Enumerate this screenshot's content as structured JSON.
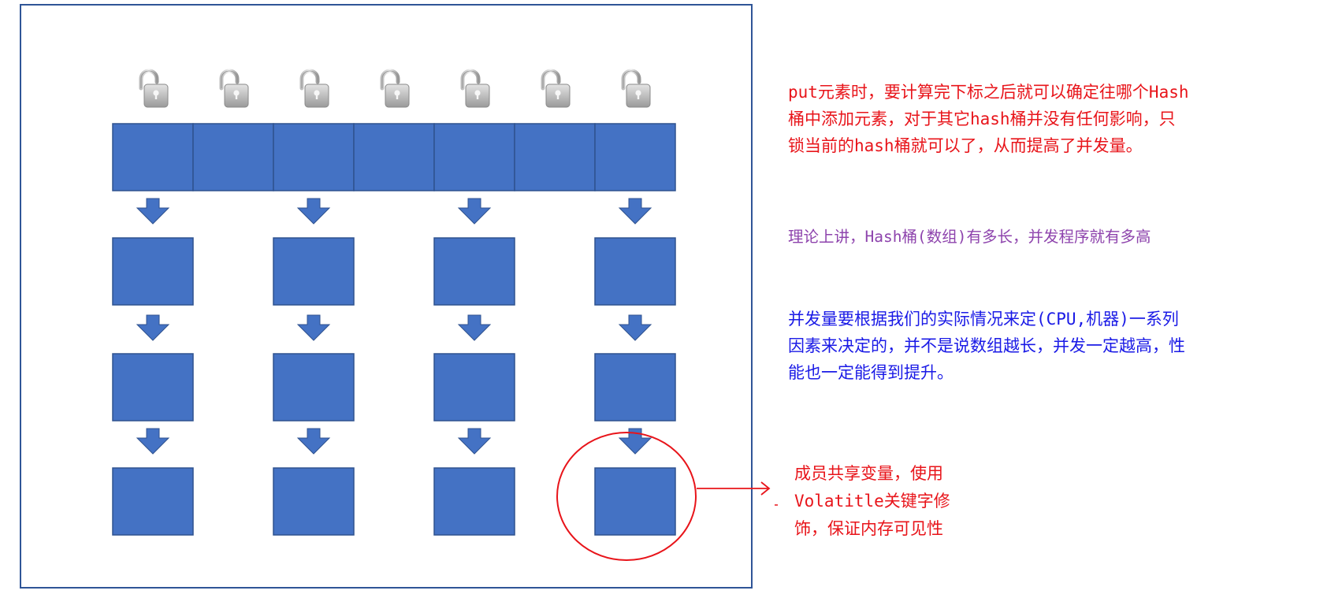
{
  "colors": {
    "frame": "#2f5597",
    "block": "#4472c4",
    "block_border": "#2f528f",
    "arrow": "#4472c4",
    "highlight": "#e8141a",
    "note_red": "#e8141a",
    "note_purple": "#8e44ad",
    "note_blue": "#1a1ae6",
    "lock": "#a9a9a9"
  },
  "diagram": {
    "bucket_count": 7,
    "lock_icon": "unlocked-padlock-icon",
    "chains": [
      {
        "bucket_index": 0,
        "nodes": 3
      },
      {
        "bucket_index": 2,
        "nodes": 3
      },
      {
        "bucket_index": 4,
        "nodes": 3
      },
      {
        "bucket_index": 6,
        "nodes": 3
      }
    ],
    "highlighted_node": {
      "chain": 3,
      "node": 2
    }
  },
  "notes": {
    "put": "put元素时，要计算完下标之后就可以确定往哪个Hash\n桶中添加元素，对于其它hash桶并没有任何影响，只\n锁当前的hash桶就可以了，从而提高了并发量。",
    "theory": "理论上讲，Hash桶(数组)有多长，并发程序就有多高",
    "concurrency": "并发量要根据我们的实际情况来定(CPU,机器)一系列\n因素来决定的，并不是说数组越长，并发一定越高，性\n能也一定能得到提升。",
    "volatile": "成员共享变量，使用\nVolatitle关键字修\n饰，保证内存可见性"
  }
}
